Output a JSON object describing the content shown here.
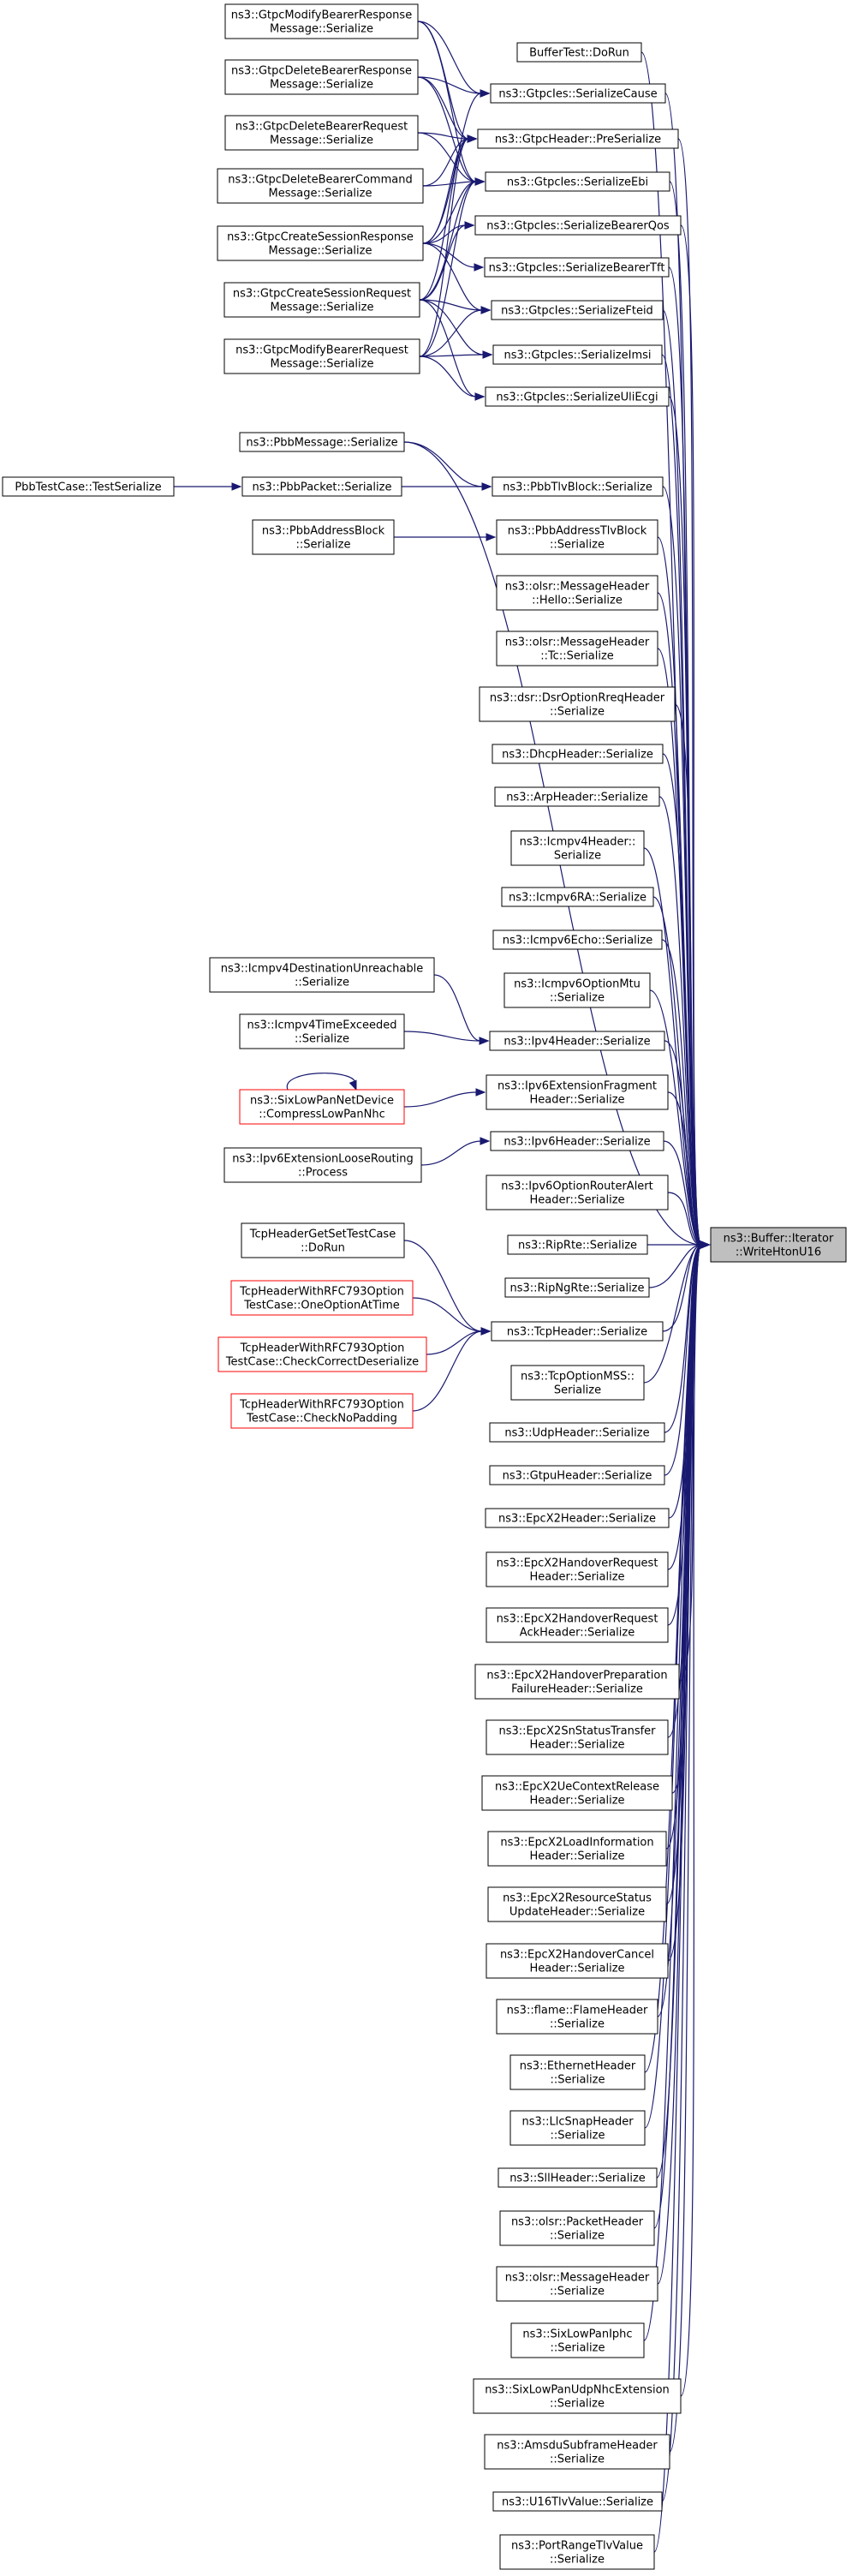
{
  "root": {
    "id": "root",
    "lines": [
      "ns3::Buffer::Iterator",
      "::WriteHtonU16"
    ]
  },
  "nodes": [
    {
      "id": "gtpc_mbrs",
      "lines": [
        "ns3::GtpcModifyBearerResponse",
        "Message::Serialize"
      ]
    },
    {
      "id": "buffertest",
      "lines": [
        "BufferTest::DoRun"
      ]
    },
    {
      "id": "gtpc_dbrs",
      "lines": [
        "ns3::GtpcDeleteBearerResponse",
        "Message::Serialize"
      ]
    },
    {
      "id": "ies_cause",
      "lines": [
        "ns3::GtpcIes::SerializeCause"
      ]
    },
    {
      "id": "gtpc_hdr",
      "lines": [
        "ns3::GtpcHeader::PreSerialize"
      ]
    },
    {
      "id": "gtpc_dbrq",
      "lines": [
        "ns3::GtpcDeleteBearerRequest",
        "Message::Serialize"
      ]
    },
    {
      "id": "ies_ebi",
      "lines": [
        "ns3::GtpcIes::SerializeEbi"
      ]
    },
    {
      "id": "gtpc_dbc",
      "lines": [
        "ns3::GtpcDeleteBearerCommand",
        "Message::Serialize"
      ]
    },
    {
      "id": "ies_bqos",
      "lines": [
        "ns3::GtpcIes::SerializeBearerQos"
      ]
    },
    {
      "id": "gtpc_csrs",
      "lines": [
        "ns3::GtpcCreateSessionResponse",
        "Message::Serialize"
      ]
    },
    {
      "id": "ies_btft",
      "lines": [
        "ns3::GtpcIes::SerializeBearerTft"
      ]
    },
    {
      "id": "gtpc_csrq",
      "lines": [
        "ns3::GtpcCreateSessionRequest",
        "Message::Serialize"
      ]
    },
    {
      "id": "ies_fteid",
      "lines": [
        "ns3::GtpcIes::SerializeFteid"
      ]
    },
    {
      "id": "gtpc_mbrq",
      "lines": [
        "ns3::GtpcModifyBearerRequest",
        "Message::Serialize"
      ]
    },
    {
      "id": "ies_imsi",
      "lines": [
        "ns3::GtpcIes::SerializeImsi"
      ]
    },
    {
      "id": "ies_uli",
      "lines": [
        "ns3::GtpcIes::SerializeUliEcgi"
      ]
    },
    {
      "id": "pbbmsg",
      "lines": [
        "ns3::PbbMessage::Serialize"
      ]
    },
    {
      "id": "pbbtest",
      "lines": [
        "PbbTestCase::TestSerialize"
      ]
    },
    {
      "id": "pbbpkt",
      "lines": [
        "ns3::PbbPacket::Serialize"
      ]
    },
    {
      "id": "pbbtlvb",
      "lines": [
        "ns3::PbbTlvBlock::Serialize"
      ]
    },
    {
      "id": "pbbaddrb",
      "lines": [
        "ns3::PbbAddressBlock",
        "::Serialize"
      ]
    },
    {
      "id": "pbbaddrtlv",
      "lines": [
        "ns3::PbbAddressTlvBlock",
        "::Serialize"
      ]
    },
    {
      "id": "olsr_hello",
      "lines": [
        "ns3::olsr::MessageHeader",
        "::Hello::Serialize"
      ]
    },
    {
      "id": "olsr_tc",
      "lines": [
        "ns3::olsr::MessageHeader",
        "::Tc::Serialize"
      ]
    },
    {
      "id": "dsr_rreq",
      "lines": [
        "ns3::dsr::DsrOptionRreqHeader",
        "::Serialize"
      ]
    },
    {
      "id": "dhcp",
      "lines": [
        "ns3::DhcpHeader::Serialize"
      ]
    },
    {
      "id": "arp",
      "lines": [
        "ns3::ArpHeader::Serialize"
      ]
    },
    {
      "id": "icmpv4",
      "lines": [
        "ns3::Icmpv4Header::",
        "Serialize"
      ]
    },
    {
      "id": "icmpv6ra",
      "lines": [
        "ns3::Icmpv6RA::Serialize"
      ]
    },
    {
      "id": "icmpv6echo",
      "lines": [
        "ns3::Icmpv6Echo::Serialize"
      ]
    },
    {
      "id": "icmpv4du",
      "lines": [
        "ns3::Icmpv4DestinationUnreachable",
        "::Serialize"
      ]
    },
    {
      "id": "icmpv6mtu",
      "lines": [
        "ns3::Icmpv6OptionMtu",
        "::Serialize"
      ]
    },
    {
      "id": "icmpv4te",
      "lines": [
        "ns3::Icmpv4TimeExceeded",
        "::Serialize"
      ]
    },
    {
      "id": "ipv4",
      "lines": [
        "ns3::Ipv4Header::Serialize"
      ]
    },
    {
      "id": "sixlow_nhc",
      "lines": [
        "ns3::SixLowPanNetDevice",
        "::CompressLowPanNhc"
      ],
      "red": true
    },
    {
      "id": "ipv6frag",
      "lines": [
        "ns3::Ipv6ExtensionFragment",
        "Header::Serialize"
      ]
    },
    {
      "id": "ipv6loose",
      "lines": [
        "ns3::Ipv6ExtensionLooseRouting",
        "::Process"
      ]
    },
    {
      "id": "ipv6",
      "lines": [
        "ns3::Ipv6Header::Serialize"
      ]
    },
    {
      "id": "ipv6ra",
      "lines": [
        "ns3::Ipv6OptionRouterAlert",
        "Header::Serialize"
      ]
    },
    {
      "id": "tcptest",
      "lines": [
        "TcpHeaderGetSetTestCase",
        "::DoRun"
      ]
    },
    {
      "id": "riprte",
      "lines": [
        "ns3::RipRte::Serialize"
      ]
    },
    {
      "id": "ripngrte",
      "lines": [
        "ns3::RipNgRte::Serialize"
      ]
    },
    {
      "id": "tcp793a",
      "lines": [
        "TcpHeaderWithRFC793Option",
        "TestCase::OneOptionAtTime"
      ],
      "red": true
    },
    {
      "id": "tcp",
      "lines": [
        "ns3::TcpHeader::Serialize"
      ]
    },
    {
      "id": "tcp793b",
      "lines": [
        "TcpHeaderWithRFC793Option",
        "TestCase::CheckCorrectDeserialize"
      ],
      "red": true
    },
    {
      "id": "tcpmss",
      "lines": [
        "ns3::TcpOptionMSS::",
        "Serialize"
      ]
    },
    {
      "id": "tcp793c",
      "lines": [
        "TcpHeaderWithRFC793Option",
        "TestCase::CheckNoPadding"
      ],
      "red": true
    },
    {
      "id": "udp",
      "lines": [
        "ns3::UdpHeader::Serialize"
      ]
    },
    {
      "id": "gtpu",
      "lines": [
        "ns3::GtpuHeader::Serialize"
      ]
    },
    {
      "id": "epcx2",
      "lines": [
        "ns3::EpcX2Header::Serialize"
      ]
    },
    {
      "id": "epcx2hoReq",
      "lines": [
        "ns3::EpcX2HandoverRequest",
        "Header::Serialize"
      ]
    },
    {
      "id": "epcx2hoAck",
      "lines": [
        "ns3::EpcX2HandoverRequest",
        "AckHeader::Serialize"
      ]
    },
    {
      "id": "epcx2hoPrep",
      "lines": [
        "ns3::EpcX2HandoverPreparation",
        "FailureHeader::Serialize"
      ]
    },
    {
      "id": "epcx2sn",
      "lines": [
        "ns3::EpcX2SnStatusTransfer",
        "Header::Serialize"
      ]
    },
    {
      "id": "epcx2ue",
      "lines": [
        "ns3::EpcX2UeContextRelease",
        "Header::Serialize"
      ]
    },
    {
      "id": "epcx2load",
      "lines": [
        "ns3::EpcX2LoadInformation",
        "Header::Serialize"
      ]
    },
    {
      "id": "epcx2res",
      "lines": [
        "ns3::EpcX2ResourceStatus",
        "UpdateHeader::Serialize"
      ]
    },
    {
      "id": "epcx2cancel",
      "lines": [
        "ns3::EpcX2HandoverCancel",
        "Header::Serialize"
      ]
    },
    {
      "id": "flame",
      "lines": [
        "ns3::flame::FlameHeader",
        "::Serialize"
      ]
    },
    {
      "id": "ethernet",
      "lines": [
        "ns3::EthernetHeader",
        "::Serialize"
      ]
    },
    {
      "id": "llcsnap",
      "lines": [
        "ns3::LlcSnapHeader",
        "::Serialize"
      ]
    },
    {
      "id": "sll",
      "lines": [
        "ns3::SllHeader::Serialize"
      ]
    },
    {
      "id": "olsr_pkt",
      "lines": [
        "ns3::olsr::PacketHeader",
        "::Serialize"
      ]
    },
    {
      "id": "olsr_msg",
      "lines": [
        "ns3::olsr::MessageHeader",
        "::Serialize"
      ]
    },
    {
      "id": "sixlow_iphc",
      "lines": [
        "ns3::SixLowPanIphc",
        "::Serialize"
      ]
    },
    {
      "id": "sixlow_udp",
      "lines": [
        "ns3::SixLowPanUdpNhcExtension",
        "::Serialize"
      ]
    },
    {
      "id": "amsdu",
      "lines": [
        "ns3::AmsduSubframeHeader",
        "::Serialize"
      ]
    },
    {
      "id": "u16tlv",
      "lines": [
        "ns3::U16TlvValue::Serialize"
      ]
    },
    {
      "id": "portrange",
      "lines": [
        "ns3::PortRangeTlvValue",
        "::Serialize"
      ]
    }
  ],
  "edges": [
    [
      "gtpc_mbrs",
      "ies_cause"
    ],
    [
      "gtpc_mbrs",
      "gtpc_hdr"
    ],
    [
      "gtpc_mbrs",
      "ies_ebi"
    ],
    [
      "gtpc_dbrs",
      "ies_cause"
    ],
    [
      "gtpc_dbrs",
      "gtpc_hdr"
    ],
    [
      "gtpc_dbrs",
      "ies_ebi"
    ],
    [
      "gtpc_dbrq",
      "gtpc_hdr"
    ],
    [
      "gtpc_dbrq",
      "ies_ebi"
    ],
    [
      "gtpc_dbc",
      "gtpc_hdr"
    ],
    [
      "gtpc_dbc",
      "ies_ebi"
    ],
    [
      "gtpc_csrs",
      "ies_cause"
    ],
    [
      "gtpc_csrs",
      "gtpc_hdr"
    ],
    [
      "gtpc_csrs",
      "ies_ebi"
    ],
    [
      "gtpc_csrs",
      "ies_bqos"
    ],
    [
      "gtpc_csrs",
      "ies_btft"
    ],
    [
      "gtpc_csrs",
      "ies_fteid"
    ],
    [
      "gtpc_csrq",
      "gtpc_hdr"
    ],
    [
      "gtpc_csrq",
      "ies_ebi"
    ],
    [
      "gtpc_csrq",
      "ies_bqos"
    ],
    [
      "gtpc_csrq",
      "ies_fteid"
    ],
    [
      "gtpc_csrq",
      "ies_imsi"
    ],
    [
      "gtpc_csrq",
      "ies_uli"
    ],
    [
      "gtpc_mbrq",
      "gtpc_hdr"
    ],
    [
      "gtpc_mbrq",
      "ies_ebi"
    ],
    [
      "gtpc_mbrq",
      "ies_fteid"
    ],
    [
      "gtpc_mbrq",
      "ies_imsi"
    ],
    [
      "gtpc_mbrq",
      "ies_uli"
    ],
    [
      "pbbtest",
      "pbbpkt"
    ],
    [
      "pbbpkt",
      "pbbtlvb"
    ],
    [
      "pbbmsg",
      "pbbtlvb"
    ],
    [
      "pbbaddrb",
      "pbbaddrtlv"
    ],
    [
      "icmpv4du",
      "ipv4"
    ],
    [
      "icmpv4te",
      "ipv4"
    ],
    [
      "sixlow_nhc",
      "sixlow_nhc"
    ],
    [
      "sixlow_nhc",
      "ipv6frag"
    ],
    [
      "ipv6loose",
      "ipv6"
    ],
    [
      "tcptest",
      "tcp"
    ],
    [
      "tcp793a",
      "tcp"
    ],
    [
      "tcp793b",
      "tcp"
    ],
    [
      "tcp793c",
      "tcp"
    ],
    [
      "buffertest",
      "root"
    ],
    [
      "ies_cause",
      "root"
    ],
    [
      "gtpc_hdr",
      "root"
    ],
    [
      "ies_ebi",
      "root"
    ],
    [
      "ies_bqos",
      "root"
    ],
    [
      "ies_btft",
      "root"
    ],
    [
      "ies_fteid",
      "root"
    ],
    [
      "ies_imsi",
      "root"
    ],
    [
      "ies_uli",
      "root"
    ],
    [
      "pbbmsg",
      "root"
    ],
    [
      "pbbtlvb",
      "root"
    ],
    [
      "pbbaddrtlv",
      "root"
    ],
    [
      "olsr_hello",
      "root"
    ],
    [
      "olsr_tc",
      "root"
    ],
    [
      "dsr_rreq",
      "root"
    ],
    [
      "dhcp",
      "root"
    ],
    [
      "arp",
      "root"
    ],
    [
      "icmpv4",
      "root"
    ],
    [
      "icmpv6ra",
      "root"
    ],
    [
      "icmpv6echo",
      "root"
    ],
    [
      "icmpv6mtu",
      "root"
    ],
    [
      "ipv4",
      "root"
    ],
    [
      "ipv6frag",
      "root"
    ],
    [
      "ipv6",
      "root"
    ],
    [
      "ipv6ra",
      "root"
    ],
    [
      "riprte",
      "root"
    ],
    [
      "ripngrte",
      "root"
    ],
    [
      "tcp",
      "root"
    ],
    [
      "tcpmss",
      "root"
    ],
    [
      "udp",
      "root"
    ],
    [
      "gtpu",
      "root"
    ],
    [
      "epcx2",
      "root"
    ],
    [
      "epcx2hoReq",
      "root"
    ],
    [
      "epcx2hoAck",
      "root"
    ],
    [
      "epcx2hoPrep",
      "root"
    ],
    [
      "epcx2sn",
      "root"
    ],
    [
      "epcx2ue",
      "root"
    ],
    [
      "epcx2load",
      "root"
    ],
    [
      "epcx2res",
      "root"
    ],
    [
      "epcx2cancel",
      "root"
    ],
    [
      "flame",
      "root"
    ],
    [
      "ethernet",
      "root"
    ],
    [
      "llcsnap",
      "root"
    ],
    [
      "sll",
      "root"
    ],
    [
      "olsr_pkt",
      "root"
    ],
    [
      "olsr_msg",
      "root"
    ],
    [
      "sixlow_iphc",
      "root"
    ],
    [
      "sixlow_udp",
      "root"
    ],
    [
      "amsdu",
      "root"
    ],
    [
      "u16tlv",
      "root"
    ],
    [
      "portrange",
      "root"
    ]
  ]
}
